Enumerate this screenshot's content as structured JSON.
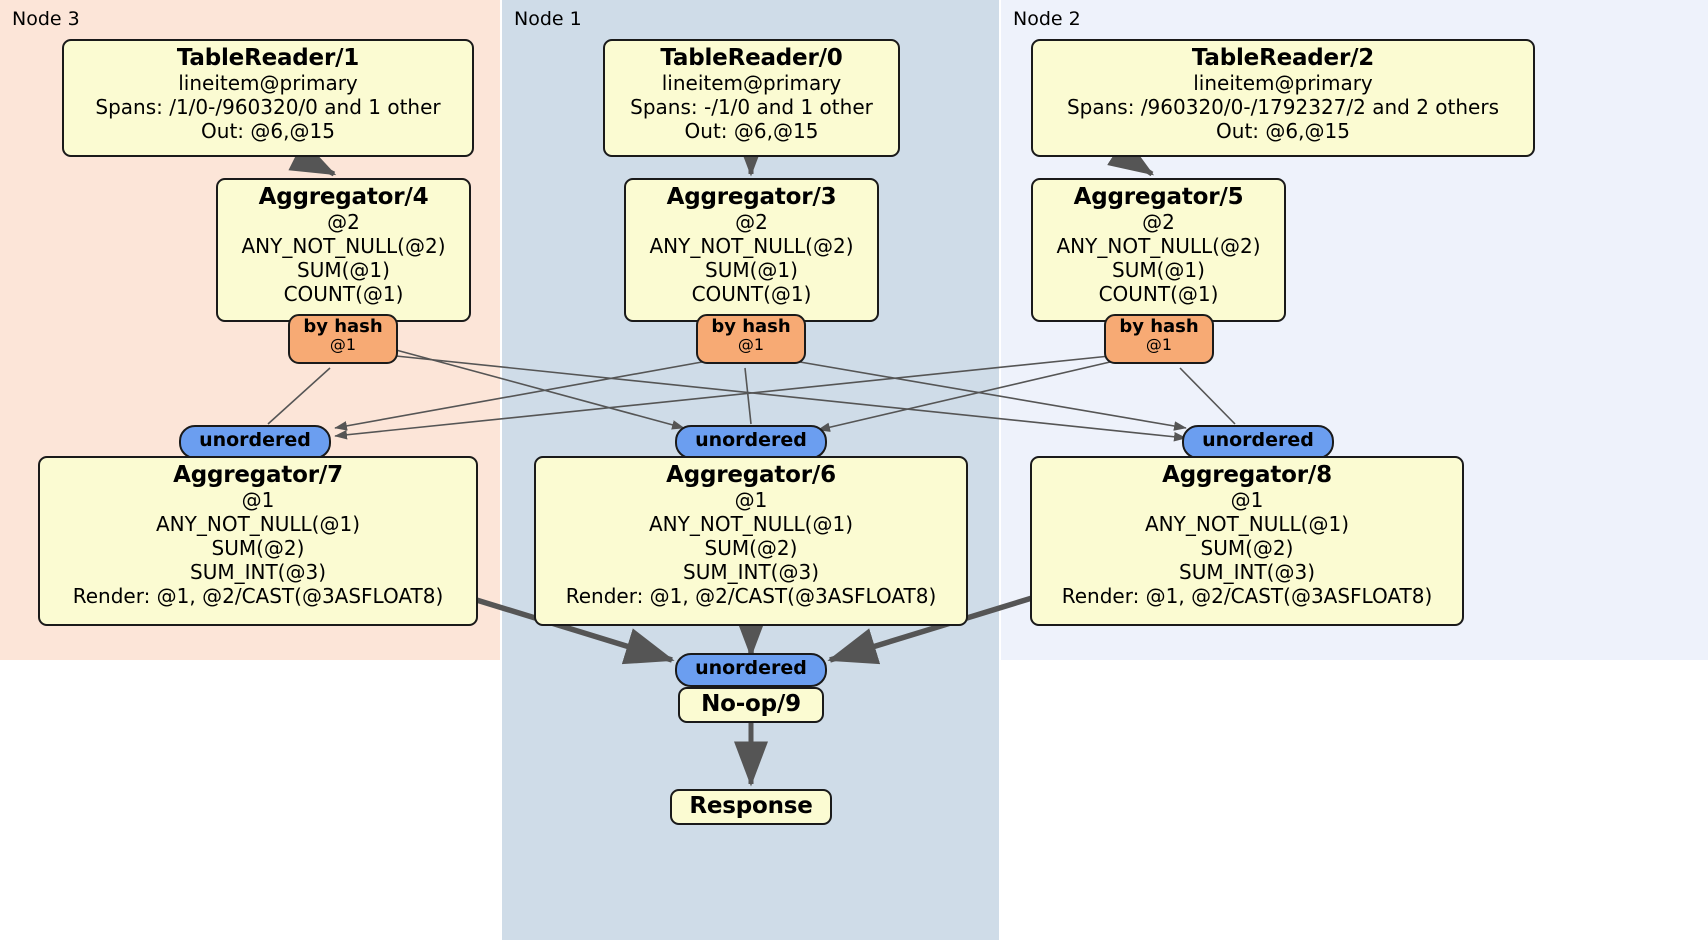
{
  "diagram": {
    "type": "distributed-query-plan",
    "title": "",
    "colors": {
      "node3_panel": "#fce5d8",
      "node1_panel": "#cfdce8",
      "node2_panel": "#eef2fb",
      "box_fill": "#fbfbd2",
      "hash_badge": "#f7aa74",
      "unordered_badge": "#6b9ef0",
      "edge": "#555555"
    }
  },
  "panels": [
    {
      "label": "Node 3"
    },
    {
      "label": "Node 1"
    },
    {
      "label": "Node 2"
    }
  ],
  "readers": {
    "tr1": {
      "title": "TableReader/1",
      "line1": "lineitem@primary",
      "line2": "Spans: /1/0-/960320/0 and 1 other",
      "line3": "Out: @6,@15"
    },
    "tr0": {
      "title": "TableReader/0",
      "line1": "lineitem@primary",
      "line2": "Spans: -/1/0 and 1 other",
      "line3": "Out: @6,@15"
    },
    "tr2": {
      "title": "TableReader/2",
      "line1": "lineitem@primary",
      "line2": "Spans: /960320/0-/1792327/2 and 2 others",
      "line3": "Out: @6,@15"
    }
  },
  "aggregators_stage1": {
    "agg4": {
      "title": "Aggregator/4",
      "line1": "@2",
      "line2": "ANY_NOT_NULL(@2)",
      "line3": "SUM(@1)",
      "line4": "COUNT(@1)"
    },
    "agg3": {
      "title": "Aggregator/3",
      "line1": "@2",
      "line2": "ANY_NOT_NULL(@2)",
      "line3": "SUM(@1)",
      "line4": "COUNT(@1)"
    },
    "agg5": {
      "title": "Aggregator/5",
      "line1": "@2",
      "line2": "ANY_NOT_NULL(@2)",
      "line3": "SUM(@1)",
      "line4": "COUNT(@1)"
    }
  },
  "hash_badges": [
    {
      "label": "by hash",
      "sub": "@1"
    },
    {
      "label": "by hash",
      "sub": "@1"
    },
    {
      "label": "by hash",
      "sub": "@1"
    }
  ],
  "unordered_badges": [
    {
      "label": "unordered"
    },
    {
      "label": "unordered"
    },
    {
      "label": "unordered"
    },
    {
      "label": "unordered"
    }
  ],
  "aggregators_stage2": {
    "agg7": {
      "title": "Aggregator/7",
      "line1": "@1",
      "line2": "ANY_NOT_NULL(@1)",
      "line3": "SUM(@2)",
      "line4": "SUM_INT(@3)",
      "line5": "Render: @1, @2/CAST(@3ASFLOAT8)"
    },
    "agg6": {
      "title": "Aggregator/6",
      "line1": "@1",
      "line2": "ANY_NOT_NULL(@1)",
      "line3": "SUM(@2)",
      "line4": "SUM_INT(@3)",
      "line5": "Render: @1, @2/CAST(@3ASFLOAT8)"
    },
    "agg8": {
      "title": "Aggregator/8",
      "line1": "@1",
      "line2": "ANY_NOT_NULL(@1)",
      "line3": "SUM(@2)",
      "line4": "SUM_INT(@3)",
      "line5": "Render: @1, @2/CAST(@3ASFLOAT8)"
    }
  },
  "final": {
    "noop": {
      "title": "No-op/9"
    },
    "response": {
      "title": "Response"
    }
  }
}
